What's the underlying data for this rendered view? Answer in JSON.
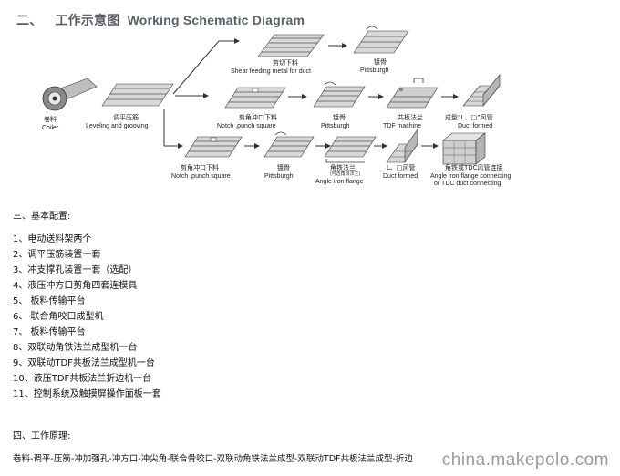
{
  "heading": {
    "number": "二、",
    "cn": "工作示意图",
    "en": "Working Schematic Diagram"
  },
  "diagram": {
    "coiler": {
      "cn": "卷料",
      "en": "Coiler"
    },
    "leveling": {
      "cn": "调平压筋",
      "en": "Leveling and grooving"
    },
    "shear": {
      "cn": "剪切下料",
      "en": "Shear feeding metal for duct"
    },
    "pitts1": {
      "cn": "镀骨",
      "en": "Pittsburgh"
    },
    "notch1": {
      "cn": "剪角冲口下料",
      "en": "Notch ,punch square"
    },
    "pitts2": {
      "cn": "镀骨",
      "en": "Pittsburgh"
    },
    "tdf": {
      "cn": "共板法兰",
      "en": "TDF machine"
    },
    "ductformed1": {
      "cn": "成型“L、□”风管",
      "en": "Duct formed"
    },
    "notch2": {
      "cn": "剪角冲口下料",
      "en": "Notch ,punch square"
    },
    "pitts3": {
      "cn": "镀骨",
      "en": "Pittsburgh"
    },
    "angle": {
      "cn": "角铁法兰",
      "sub": "(可选角铁法兰)",
      "en": "Angle iron flange"
    },
    "ductformed2": {
      "cn": "L、□风管",
      "en": "Duct formed"
    },
    "connect": {
      "cn": "角铁或TDC风管连接",
      "en1": "Angle iron flange connecting",
      "en2": "or TDC duct connecting"
    }
  },
  "config": {
    "heading": "三、基本配置:",
    "items": [
      "1、电动送料架两个",
      "2、调平压筋装置一套",
      "3、冲支撑孔装置一套（选配）",
      "4、液压冲方口剪角四套连模具",
      "5、 板料传输平台",
      "6、 联合角咬口成型机",
      "7、 板料传输平台",
      "8、双联动角铁法兰成型机一台",
      "9、双联动TDF共板法兰成型机一台",
      "10、液压TDF共板法兰折边机一台",
      "11、控制系统及触摸屏操作面板一套"
    ]
  },
  "principle": {
    "heading": "四、工作原理:",
    "text": "卷料-调平-压筋-冲加强孔-冲方口-冲尖角-联合骨咬口-双联动角铁法兰成型-双联动TDF共板法兰成型-折边"
  },
  "watermark": "china.makepolo.com"
}
